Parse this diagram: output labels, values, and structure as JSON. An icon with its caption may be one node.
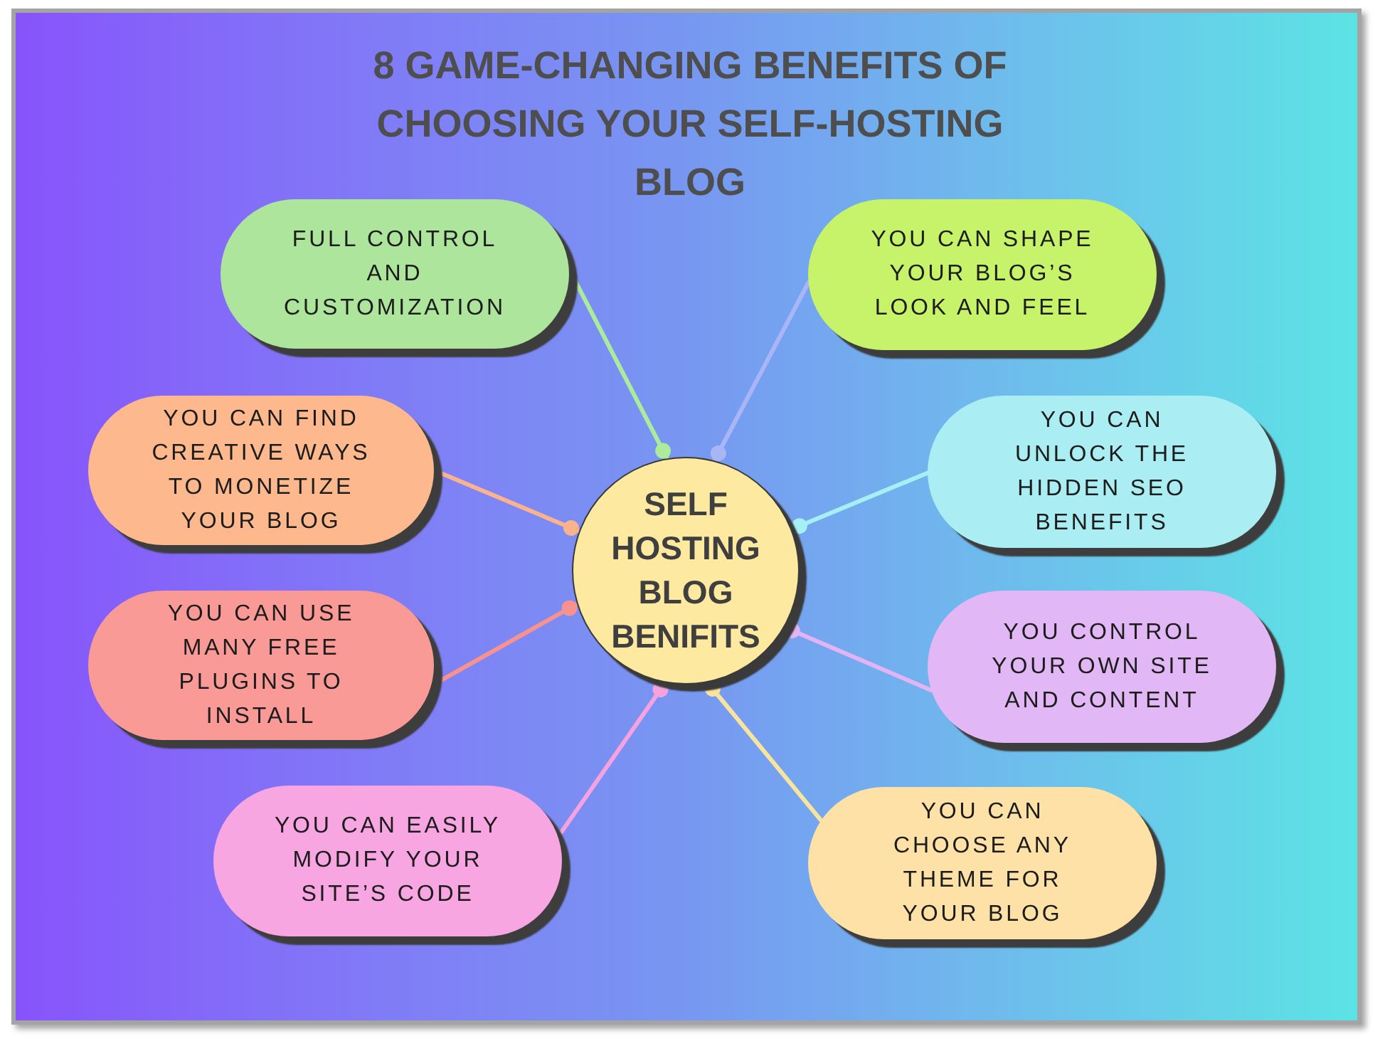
{
  "diagram": {
    "title": "8 GAME-CHANGING BENEFITS OF CHOOSING YOUR SELF-HOSTING BLOG",
    "nodes": [
      {
        "text": [
          "SELF HOSTING BLOG BENIFITS"
        ]
      },
      {
        "text": [
          "FULL CONTROL AND CUSTOMIZATION"
        ]
      },
      {
        "text": [
          "YOU CAN SHAPE YOUR BLOG’S LOOK AND FEEL"
        ]
      },
      {
        "text": [
          "YOU CAN FIND CREATIVE WAYS TO MONETIZE YOUR BLOG"
        ]
      },
      {
        "text": [
          "YOU CAN UNLOCK THE HIDDEN SEO BENEFITS"
        ]
      },
      {
        "text": [
          "YOU CAN USE MANY FREE PLUGINS TO INSTALL"
        ]
      },
      {
        "text": [
          "YOU CONTROL YOUR OWN SITE AND CONTENT"
        ]
      },
      {
        "text": [
          "YOU CAN EASILY MODIFY YOUR SITE’S CODE"
        ]
      },
      {
        "text": [
          "YOU CAN CHOOSE ANY THEME FOR YOUR BLOG"
        ]
      }
    ],
    "edges": [
      {
        "from": 1,
        "to": 0,
        "arrow": "other",
        "color": "#acea9c"
      },
      {
        "from": 2,
        "to": 0,
        "arrow": "other",
        "color": "#a9b6f6"
      },
      {
        "from": 3,
        "to": 0,
        "arrow": "other",
        "color": "#fbb38e"
      },
      {
        "from": 4,
        "to": 0,
        "arrow": "other",
        "color": "#a6f0f5"
      },
      {
        "from": 5,
        "to": 0,
        "arrow": "other",
        "color": "#f7928f"
      },
      {
        "from": 6,
        "to": 0,
        "arrow": "other",
        "color": "#e2b4f4"
      },
      {
        "from": 7,
        "to": 0,
        "arrow": "other",
        "color": "#f6a2df"
      },
      {
        "from": 8,
        "to": 0,
        "arrow": "other",
        "color": "#f8e49c"
      }
    ]
  }
}
